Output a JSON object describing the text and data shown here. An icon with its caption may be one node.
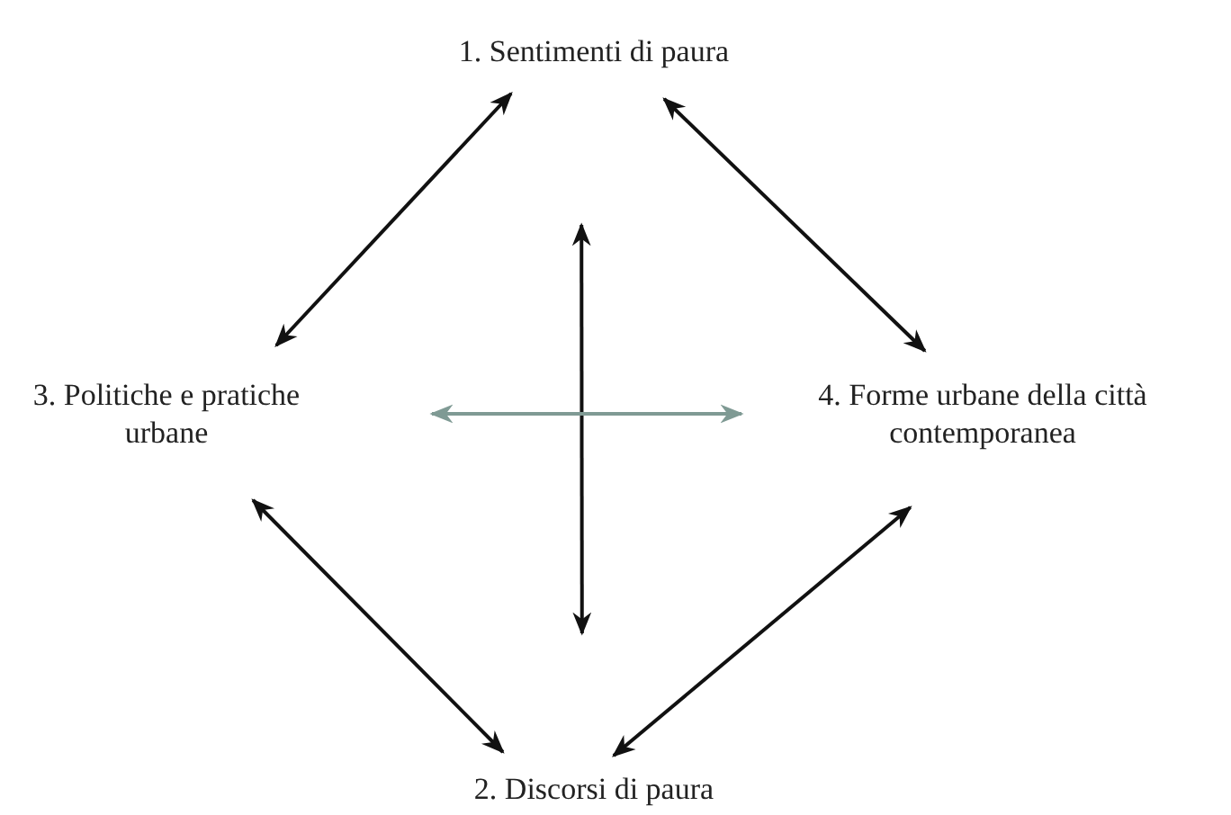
{
  "diagram": {
    "nodes": [
      {
        "text": [
          "1. Sentimenti di paura"
        ]
      },
      {
        "text": [
          "3. Politiche e pratiche urbane"
        ]
      },
      {
        "text": [
          "4. Forme urbane della città contemporanea"
        ]
      },
      {
        "text": [
          "2. Discorsi di paura"
        ]
      }
    ],
    "edges": [
      {
        "from": 0,
        "to": 1,
        "arrow": "both"
      },
      {
        "from": 0,
        "to": 2,
        "arrow": "both"
      },
      {
        "from": 1,
        "to": 3,
        "arrow": "both"
      },
      {
        "from": 2,
        "to": 3,
        "arrow": "both"
      },
      {
        "from": 0,
        "to": 3,
        "arrow": "both"
      },
      {
        "from": 1,
        "to": 2,
        "arrow": "both",
        "color": "#7f9a94"
      }
    ]
  }
}
